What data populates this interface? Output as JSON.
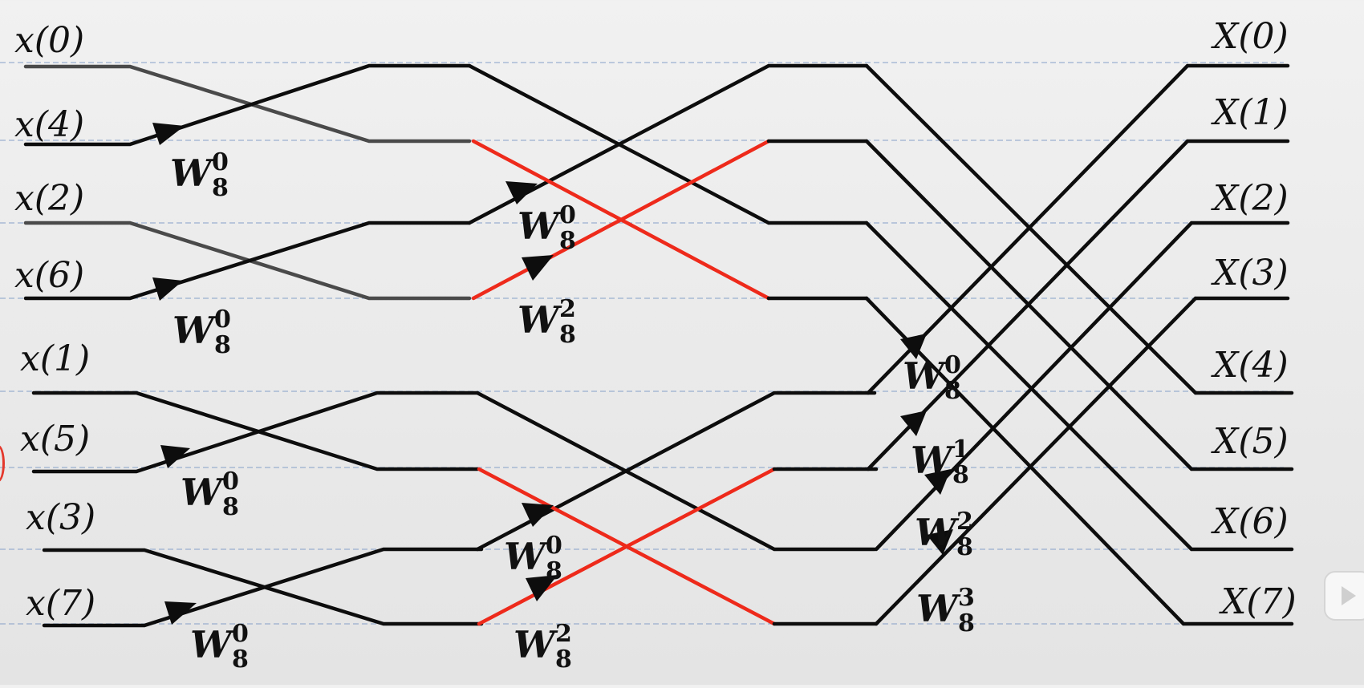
{
  "inputs": [
    "x(0)",
    "x(4)",
    "x(2)",
    "x(6)",
    "x(1)",
    "x(5)",
    "x(3)",
    "x(7)"
  ],
  "outputs": [
    "X(0)",
    "X(1)",
    "X(2)",
    "X(3)",
    "X(4)",
    "X(5)",
    "X(6)",
    "X(7)"
  ],
  "twiddles": [
    {
      "base": "W",
      "sub": "8",
      "sup": "0"
    },
    {
      "base": "W",
      "sub": "8",
      "sup": "0"
    },
    {
      "base": "W",
      "sub": "8",
      "sup": "0"
    },
    {
      "base": "W",
      "sub": "8",
      "sup": "0"
    },
    {
      "base": "W",
      "sub": "8",
      "sup": "0"
    },
    {
      "base": "W",
      "sub": "8",
      "sup": "2"
    },
    {
      "base": "W",
      "sub": "8",
      "sup": "0"
    },
    {
      "base": "W",
      "sub": "8",
      "sup": "2"
    },
    {
      "base": "W",
      "sub": "8",
      "sup": "0"
    },
    {
      "base": "W",
      "sub": "8",
      "sup": "1"
    },
    {
      "base": "W",
      "sub": "8",
      "sup": "2"
    },
    {
      "base": "W",
      "sub": "8",
      "sup": "3"
    }
  ],
  "colors": {
    "line": "#0d0d0d",
    "gray_line": "#4a4a4a",
    "highlight": "#ee2a1b",
    "guide": "#7f9cc7"
  }
}
